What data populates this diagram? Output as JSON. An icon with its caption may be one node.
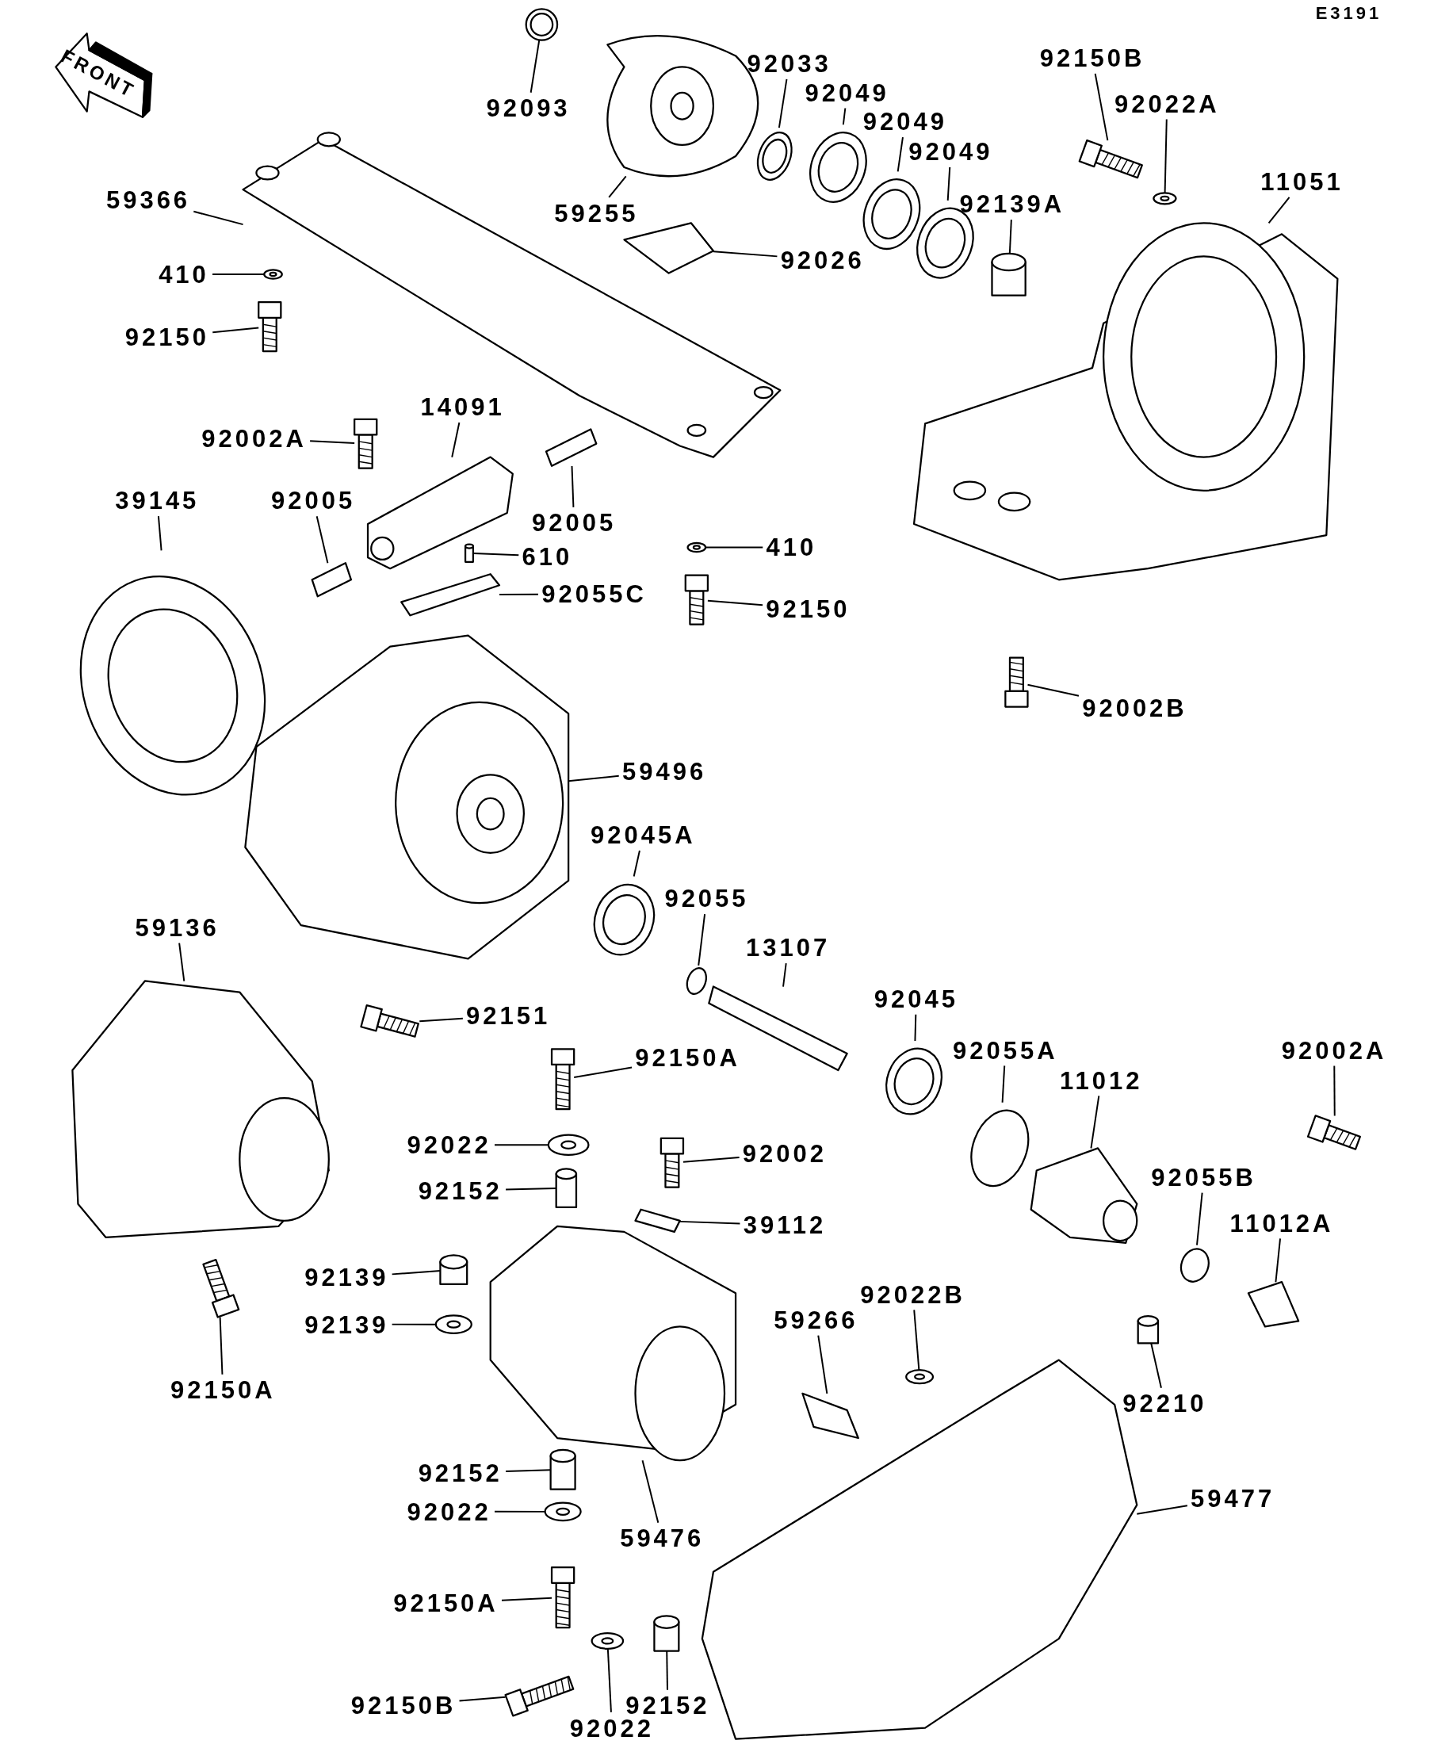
{
  "diagram": {
    "nodes": [
      {
        "text": [
          "92093"
        ]
      },
      {
        "text": [
          "92033"
        ]
      },
      {
        "text": [
          "92049"
        ]
      },
      {
        "text": [
          "92049"
        ]
      },
      {
        "text": [
          "92049"
        ]
      },
      {
        "text": [
          "92139A"
        ]
      },
      {
        "text": [
          "92150B"
        ]
      },
      {
        "text": [
          "92022A"
        ]
      },
      {
        "text": [
          "11051"
        ]
      },
      {
        "text": [
          "59255"
        ]
      },
      {
        "text": [
          "92026"
        ]
      },
      {
        "text": [
          "59366"
        ]
      },
      {
        "text": [
          "410"
        ]
      },
      {
        "text": [
          "92150"
        ]
      },
      {
        "text": [
          "14091"
        ]
      },
      {
        "text": [
          "92002A"
        ]
      },
      {
        "text": [
          "92005"
        ]
      },
      {
        "text": [
          "92005"
        ]
      },
      {
        "text": [
          "610"
        ]
      },
      {
        "text": [
          "92055C"
        ]
      },
      {
        "text": [
          "39145"
        ]
      },
      {
        "text": [
          "410"
        ]
      },
      {
        "text": [
          "92150"
        ]
      },
      {
        "text": [
          "92002B"
        ]
      },
      {
        "text": [
          "59496"
        ]
      },
      {
        "text": [
          "92045A"
        ]
      },
      {
        "text": [
          "92055"
        ]
      },
      {
        "text": [
          "13107"
        ]
      },
      {
        "text": [
          "92045"
        ]
      },
      {
        "text": [
          "92055A"
        ]
      },
      {
        "text": [
          "11012"
        ]
      },
      {
        "text": [
          "92002A"
        ]
      },
      {
        "text": [
          "59136"
        ]
      },
      {
        "text": [
          "92151"
        ]
      },
      {
        "text": [
          "92150A"
        ]
      },
      {
        "text": [
          "92022"
        ]
      },
      {
        "text": [
          "92002"
        ]
      },
      {
        "text": [
          "92152"
        ]
      },
      {
        "text": [
          "39112"
        ]
      },
      {
        "text": [
          "92055B"
        ]
      },
      {
        "text": [
          "11012A"
        ]
      },
      {
        "text": [
          "92139"
        ]
      },
      {
        "text": [
          "92139"
        ]
      },
      {
        "text": [
          "92150A"
        ]
      },
      {
        "text": [
          "92022B"
        ]
      },
      {
        "text": [
          "59266"
        ]
      },
      {
        "text": [
          "92210"
        ]
      },
      {
        "text": [
          "59477"
        ]
      },
      {
        "text": [
          "92152"
        ]
      },
      {
        "text": [
          "59476"
        ]
      },
      {
        "text": [
          "92022"
        ]
      },
      {
        "text": [
          "92150A"
        ]
      },
      {
        "text": [
          "92150B"
        ]
      },
      {
        "text": [
          "92152"
        ]
      },
      {
        "text": [
          "92022"
        ]
      },
      {
        "text": [],
        "shape": "picture"
      },
      {
        "text": [],
        "shape": "picture"
      },
      {
        "text": [],
        "shape": "picture"
      },
      {
        "text": [],
        "shape": "picture"
      },
      {
        "text": [],
        "shape": "picture"
      },
      {
        "text": [],
        "shape": "cylinder"
      },
      {
        "text": [],
        "shape": "picture"
      },
      {
        "text": [],
        "shape": "picture"
      },
      {
        "text": [],
        "shape": "picture"
      },
      {
        "text": [],
        "shape": "picture"
      },
      {
        "text": [],
        "shape": "picture"
      },
      {
        "text": [],
        "shape": "picture"
      },
      {
        "text": [],
        "shape": "picture"
      },
      {
        "text": [],
        "shape": "picture"
      },
      {
        "text": [],
        "shape": "picture"
      },
      {
        "text": [],
        "shape": "picture"
      },
      {
        "text": [],
        "shape": "picture"
      },
      {
        "text": [],
        "shape": "picture"
      },
      {
        "text": [],
        "shape": "cylinder"
      },
      {
        "text": [],
        "shape": "picture"
      },
      {
        "text": [],
        "shape": "picture"
      },
      {
        "text": [],
        "shape": "picture"
      },
      {
        "text": [],
        "shape": "picture"
      },
      {
        "text": [],
        "shape": "picture"
      },
      {
        "text": [],
        "shape": "picture"
      },
      {
        "text": [],
        "shape": "picture"
      },
      {
        "text": [],
        "shape": "circle"
      },
      {
        "text": [],
        "shape": "picture"
      },
      {
        "text": [],
        "shape": "picture"
      },
      {
        "text": [],
        "shape": "circle"
      },
      {
        "text": [],
        "shape": "picture"
      },
      {
        "text": [],
        "shape": "picture"
      },
      {
        "text": [],
        "shape": "picture"
      },
      {
        "text": [],
        "shape": "picture"
      },
      {
        "text": [],
        "shape": "picture"
      },
      {
        "text": [],
        "shape": "picture"
      },
      {
        "text": [],
        "shape": "picture"
      },
      {
        "text": [],
        "shape": "cylinder"
      },
      {
        "text": [],
        "shape": "picture"
      },
      {
        "text": [],
        "shape": "circle"
      },
      {
        "text": [],
        "shape": "picture"
      },
      {
        "text": [],
        "shape": "cylinder"
      },
      {
        "text": [],
        "shape": "picture"
      },
      {
        "text": [],
        "shape": "picture"
      },
      {
        "text": [],
        "shape": "picture"
      },
      {
        "text": [],
        "shape": "picture"
      },
      {
        "text": [],
        "shape": "cylinder"
      },
      {
        "text": [],
        "shape": "picture"
      },
      {
        "text": [],
        "shape": "cylinder"
      },
      {
        "text": [],
        "shape": "picture"
      },
      {
        "text": [],
        "shape": "picture"
      },
      {
        "text": [],
        "shape": "picture"
      },
      {
        "text": [],
        "shape": "picture"
      },
      {
        "text": [],
        "shape": "cylinder"
      },
      {
        "text": [],
        "shape": "picture"
      }
    ],
    "edges": [
      {
        "from": 0,
        "to": 55,
        "arrow": "none"
      },
      {
        "from": 1,
        "to": 56,
        "arrow": "none"
      },
      {
        "from": 2,
        "to": 57,
        "arrow": "none"
      },
      {
        "from": 3,
        "to": 58,
        "arrow": "none"
      },
      {
        "from": 4,
        "to": 59,
        "arrow": "none"
      },
      {
        "from": 5,
        "to": 60,
        "arrow": "none"
      },
      {
        "from": 6,
        "to": 61,
        "arrow": "none"
      },
      {
        "from": 7,
        "to": 62,
        "arrow": "none"
      },
      {
        "from": 8,
        "to": 63,
        "arrow": "none"
      },
      {
        "from": 9,
        "to": 64,
        "arrow": "none"
      },
      {
        "from": 10,
        "to": 65,
        "arrow": "none"
      },
      {
        "from": 11,
        "to": 66,
        "arrow": "none"
      },
      {
        "from": 12,
        "to": 67,
        "arrow": "none"
      },
      {
        "from": 13,
        "to": 68,
        "arrow": "none"
      },
      {
        "from": 14,
        "to": 69,
        "arrow": "none"
      },
      {
        "from": 15,
        "to": 70,
        "arrow": "none"
      },
      {
        "from": 16,
        "to": 71,
        "arrow": "none"
      },
      {
        "from": 17,
        "to": 72,
        "arrow": "none"
      },
      {
        "from": 18,
        "to": 73,
        "arrow": "none"
      },
      {
        "from": 19,
        "to": 74,
        "arrow": "none"
      },
      {
        "from": 20,
        "to": 75,
        "arrow": "none"
      },
      {
        "from": 21,
        "to": 76,
        "arrow": "none"
      },
      {
        "from": 22,
        "to": 77,
        "arrow": "none"
      },
      {
        "from": 23,
        "to": 78,
        "arrow": "none"
      },
      {
        "from": 24,
        "to": 79,
        "arrow": "none"
      },
      {
        "from": 25,
        "to": 80,
        "arrow": "none"
      },
      {
        "from": 26,
        "to": 81,
        "arrow": "none"
      },
      {
        "from": 27,
        "to": 82,
        "arrow": "none"
      },
      {
        "from": 28,
        "to": 83,
        "arrow": "none"
      },
      {
        "from": 29,
        "to": 84,
        "arrow": "none"
      },
      {
        "from": 30,
        "to": 85,
        "arrow": "none"
      },
      {
        "from": 31,
        "to": 86,
        "arrow": "none"
      },
      {
        "from": 32,
        "to": 87,
        "arrow": "none"
      },
      {
        "from": 33,
        "to": 88,
        "arrow": "none"
      },
      {
        "from": 34,
        "to": 89,
        "arrow": "none"
      },
      {
        "from": 35,
        "to": 90,
        "arrow": "none"
      },
      {
        "from": 36,
        "to": 91,
        "arrow": "none"
      },
      {
        "from": 37,
        "to": 92,
        "arrow": "none"
      },
      {
        "from": 38,
        "to": 93,
        "arrow": "none"
      },
      {
        "from": 39,
        "to": 94,
        "arrow": "none"
      },
      {
        "from": 40,
        "to": 95,
        "arrow": "none"
      },
      {
        "from": 41,
        "to": 96,
        "arrow": "none"
      },
      {
        "from": 42,
        "to": 97,
        "arrow": "none"
      },
      {
        "from": 43,
        "to": 98,
        "arrow": "none"
      },
      {
        "from": 44,
        "to": 99,
        "arrow": "none"
      },
      {
        "from": 45,
        "to": 100,
        "arrow": "none"
      },
      {
        "from": 46,
        "to": 101,
        "arrow": "none"
      },
      {
        "from": 47,
        "to": 102,
        "arrow": "none"
      },
      {
        "from": 48,
        "to": 103,
        "arrow": "none"
      },
      {
        "from": 49,
        "to": 104,
        "arrow": "none"
      },
      {
        "from": 50,
        "to": 105,
        "arrow": "none"
      },
      {
        "from": 51,
        "to": 106,
        "arrow": "none"
      },
      {
        "from": 52,
        "to": 107,
        "arrow": "none"
      },
      {
        "from": 53,
        "to": 108,
        "arrow": "none"
      },
      {
        "from": 54,
        "to": 109,
        "arrow": "none"
      }
    ],
    "labels": [
      "E3191",
      "FRONT"
    ]
  }
}
